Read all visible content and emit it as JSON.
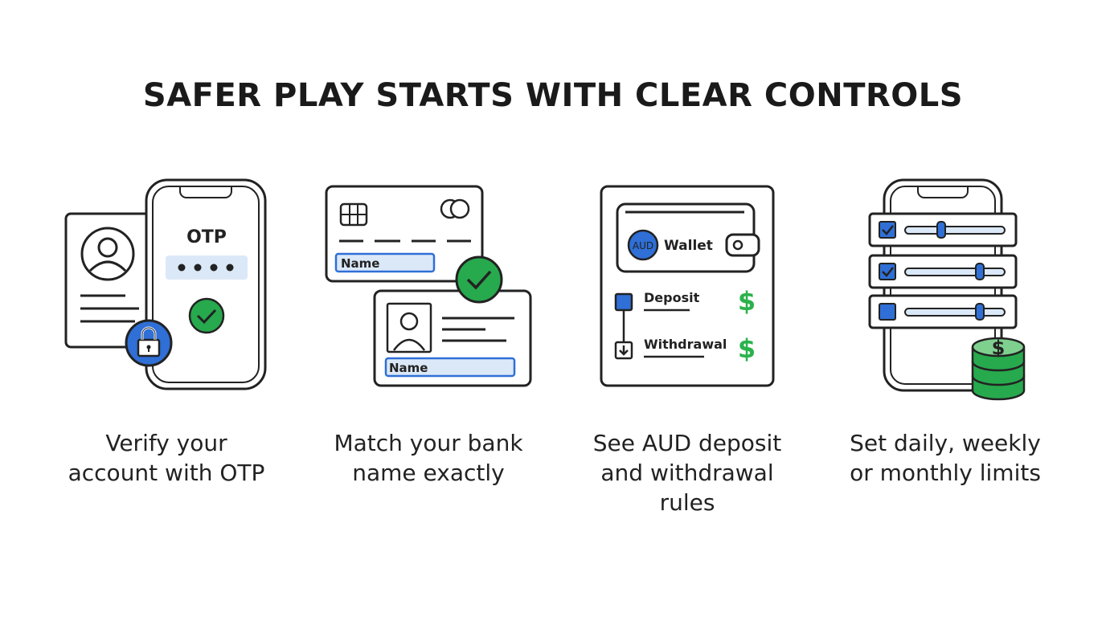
{
  "title": "SAFER PLAY STARTS WITH CLEAR CONTROLS",
  "colors": {
    "outline": "#222222",
    "blue": "#2f6fd6",
    "light_blue": "#dbe8f8",
    "green": "#27a94d",
    "money_green": "#2bb24c"
  },
  "steps": [
    {
      "icon": "otp-phone-id-icon",
      "otp_label": "OTP",
      "caption": [
        "Verify your",
        "account with OTP"
      ]
    },
    {
      "icon": "bank-name-match-icon",
      "card_name_label": "Name",
      "id_name_label": "Name",
      "caption": [
        "Match your bank",
        "name exactly"
      ]
    },
    {
      "icon": "aud-wallet-icon",
      "aud_label": "AUD",
      "wallet_label": "Wallet",
      "deposit_label": "Deposit",
      "withdrawal_label": "Withdrawal",
      "dollar_symbol": "$",
      "caption": [
        "See AUD deposit",
        "and withdrawal",
        "rules"
      ]
    },
    {
      "icon": "limits-sliders-icon",
      "dollar_symbol": "$",
      "caption": [
        "Set daily, weekly",
        "or monthly limits"
      ]
    }
  ]
}
